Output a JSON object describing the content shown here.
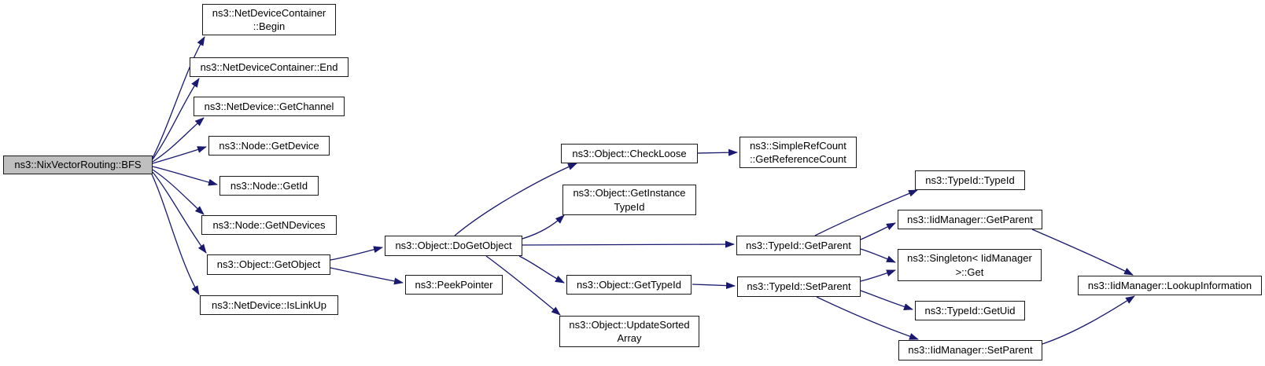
{
  "diagram": {
    "type": "call-graph",
    "root_function": "ns3::NixVectorRouting::BFS",
    "colors": {
      "background": "#ffffff",
      "edge": "#191970",
      "node_border": "#1a1a1a",
      "node_fill": "#ffffff",
      "root_node_fill": "#bfbfbf",
      "text": "#000000"
    },
    "nodes": [
      {
        "id": "bfs",
        "label": "ns3::NixVectorRouting::BFS"
      },
      {
        "id": "ndc-begin",
        "label": "ns3::NetDeviceContainer\n::Begin"
      },
      {
        "id": "ndc-end",
        "label": "ns3::NetDeviceContainer::End"
      },
      {
        "id": "netdevice-getchannel",
        "label": "ns3::NetDevice::GetChannel"
      },
      {
        "id": "node-getdevice",
        "label": "ns3::Node::GetDevice"
      },
      {
        "id": "node-getid",
        "label": "ns3::Node::GetId"
      },
      {
        "id": "node-getndevices",
        "label": "ns3::Node::GetNDevices"
      },
      {
        "id": "object-getobject",
        "label": "ns3::Object::GetObject"
      },
      {
        "id": "netdevice-islinkup",
        "label": "ns3::NetDevice::IsLinkUp"
      },
      {
        "id": "object-dogetobject",
        "label": "ns3::Object::DoGetObject"
      },
      {
        "id": "peekpointer",
        "label": "ns3::PeekPointer"
      },
      {
        "id": "object-checkloose",
        "label": "ns3::Object::CheckLoose"
      },
      {
        "id": "object-getinstancetypeid",
        "label": "ns3::Object::GetInstance\nTypeId"
      },
      {
        "id": "object-gettypeid",
        "label": "ns3::Object::GetTypeId"
      },
      {
        "id": "object-updatesortedarray",
        "label": "ns3::Object::UpdateSorted\nArray"
      },
      {
        "id": "simplerefcount-getreferencecount",
        "label": "ns3::SimpleRefCount\n::GetReferenceCount"
      },
      {
        "id": "typeid-getparent",
        "label": "ns3::TypeId::GetParent"
      },
      {
        "id": "typeid-setparent",
        "label": "ns3::TypeId::SetParent"
      },
      {
        "id": "typeid-typeid",
        "label": "ns3::TypeId::TypeId"
      },
      {
        "id": "iidmanager-getparent",
        "label": "ns3::IidManager::GetParent"
      },
      {
        "id": "singleton-iidmanager-get",
        "label": "ns3::Singleton< IidManager\n>::Get"
      },
      {
        "id": "typeid-getuid",
        "label": "ns3::TypeId::GetUid"
      },
      {
        "id": "iidmanager-setparent",
        "label": "ns3::IidManager::SetParent"
      },
      {
        "id": "iidmanager-lookupinformation",
        "label": "ns3::IidManager::LookupInformation"
      }
    ],
    "edges": [
      {
        "from": "bfs",
        "to": "ndc-begin"
      },
      {
        "from": "bfs",
        "to": "ndc-end"
      },
      {
        "from": "bfs",
        "to": "netdevice-getchannel"
      },
      {
        "from": "bfs",
        "to": "node-getdevice"
      },
      {
        "from": "bfs",
        "to": "node-getid"
      },
      {
        "from": "bfs",
        "to": "node-getndevices"
      },
      {
        "from": "bfs",
        "to": "object-getobject"
      },
      {
        "from": "bfs",
        "to": "netdevice-islinkup"
      },
      {
        "from": "object-getobject",
        "to": "object-dogetobject"
      },
      {
        "from": "object-getobject",
        "to": "peekpointer"
      },
      {
        "from": "object-dogetobject",
        "to": "object-checkloose"
      },
      {
        "from": "object-dogetobject",
        "to": "object-getinstancetypeid"
      },
      {
        "from": "object-dogetobject",
        "to": "typeid-getparent"
      },
      {
        "from": "object-dogetobject",
        "to": "object-gettypeid"
      },
      {
        "from": "object-dogetobject",
        "to": "object-updatesortedarray"
      },
      {
        "from": "object-checkloose",
        "to": "simplerefcount-getreferencecount"
      },
      {
        "from": "object-gettypeid",
        "to": "typeid-setparent"
      },
      {
        "from": "typeid-getparent",
        "to": "typeid-typeid"
      },
      {
        "from": "typeid-getparent",
        "to": "iidmanager-getparent"
      },
      {
        "from": "typeid-getparent",
        "to": "singleton-iidmanager-get"
      },
      {
        "from": "typeid-setparent",
        "to": "singleton-iidmanager-get"
      },
      {
        "from": "typeid-setparent",
        "to": "typeid-getuid"
      },
      {
        "from": "typeid-setparent",
        "to": "iidmanager-setparent"
      },
      {
        "from": "iidmanager-getparent",
        "to": "iidmanager-lookupinformation"
      },
      {
        "from": "iidmanager-setparent",
        "to": "iidmanager-lookupinformation"
      }
    ]
  }
}
